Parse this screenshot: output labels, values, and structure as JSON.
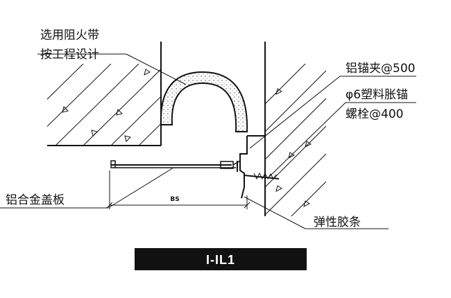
{
  "labels": {
    "fire_strip_line1": "选用阻火带",
    "fire_strip_line2": "按工程设计",
    "clip": "铝锚夹@500",
    "anchor_line1": "φ6塑料胀锚",
    "anchor_line2": "螺栓@400",
    "cover_plate": "铝合金盖板",
    "rubber_strip": "弹性胶条",
    "dimension": "BS"
  },
  "detail_code": "I-IL1",
  "colors": {
    "ink": "#111111",
    "fire_strip_fill": "#d9d9d9",
    "code_box": "#111111"
  }
}
